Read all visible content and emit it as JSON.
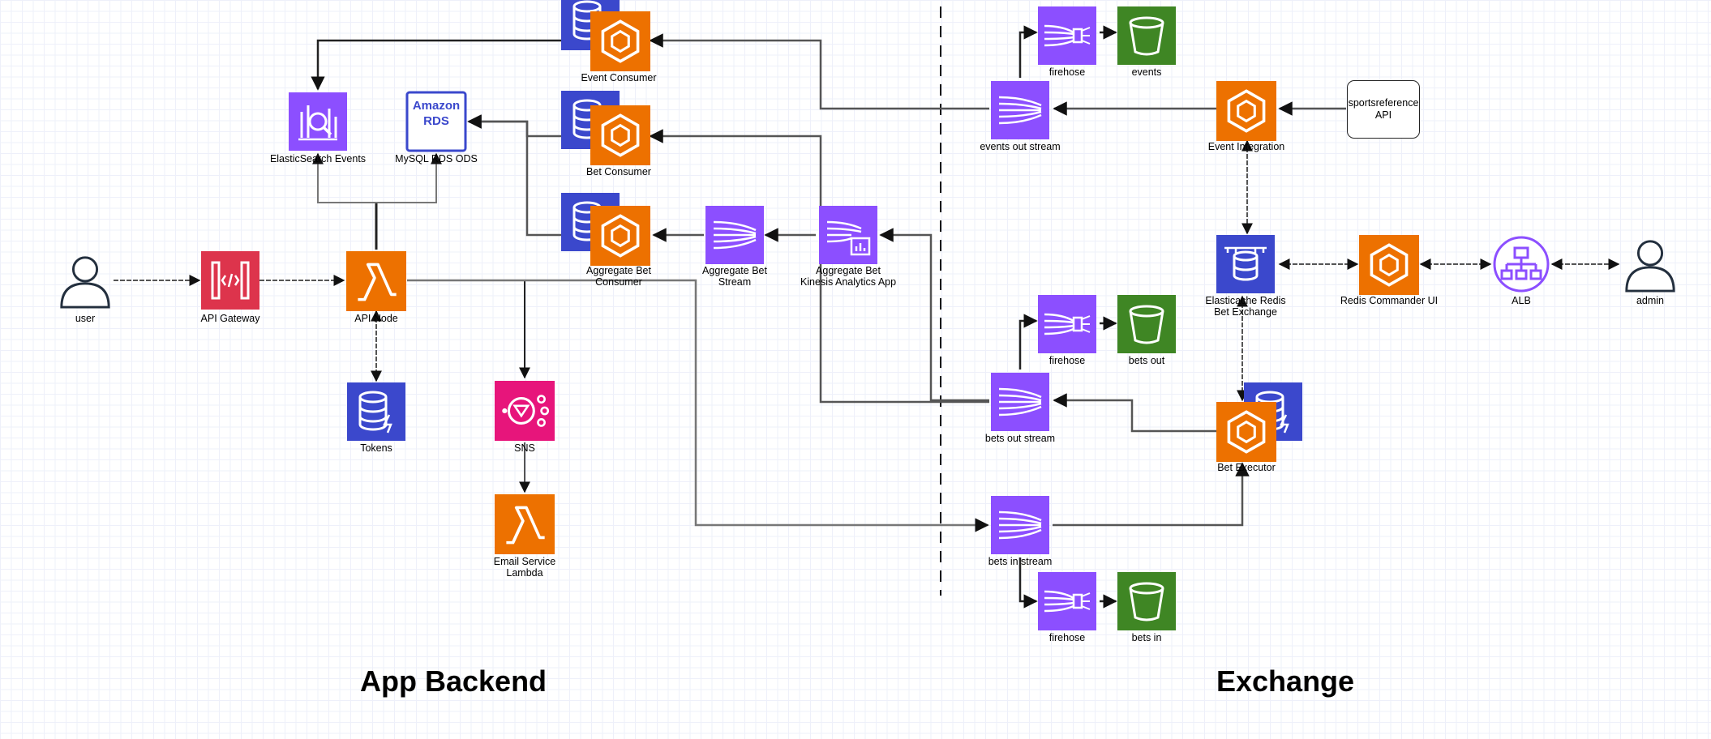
{
  "colors": {
    "compute": "#ED7100",
    "analytics": "#8C4FFF",
    "database": "#3B48CC",
    "storage": "#3F8624",
    "integration": "#E7157B",
    "network": "#E7157B",
    "security": "#DD344C",
    "alb": "#8C4FFF"
  },
  "titles": {
    "backend": "App Backend",
    "exchange": "Exchange"
  },
  "labels": {
    "user": "user",
    "api_gateway": "API Gateway",
    "api_node": "API Node",
    "tokens": "Tokens",
    "sns": "SNS",
    "email1": "Email Service",
    "email2": "Lambda",
    "es_events": "ElasticSearch Events",
    "mysql": "MySQL RDS ODS",
    "rds_text1": "Amazon",
    "rds_text2": "RDS",
    "event_consumer": "Event Consumer",
    "bet_consumer": "Bet Consumer",
    "agg_consumer1": "Aggregate Bet",
    "agg_consumer2": "Consumer",
    "agg_stream1": "Aggregate Bet",
    "agg_stream2": "Stream",
    "kinesis_app1": "Aggregate Bet",
    "kinesis_app2": "Kinesis Analytics App",
    "firehose_events": "firehose",
    "s3_events": "events",
    "events_out": "events out stream",
    "event_integration": "Event Integration",
    "api1": "sportsreference",
    "api2": "API",
    "redis1": "Elasticache Redis",
    "redis2": "Bet Exchange",
    "redis_commander": "Redis Commander UI",
    "alb": "ALB",
    "admin": "admin",
    "firehose_bets_out": "firehose",
    "s3_bets_out": "bets out",
    "bets_out": "bets out stream",
    "bet_executor": "Bet Executor",
    "bets_in": "bets in stream",
    "firehose_bets_in": "firehose",
    "s3_bets_in": "bets in"
  },
  "icons": {
    "lambda": "lambda-icon",
    "api_gateway": "api-gateway-icon",
    "dynamodb": "dynamodb-icon",
    "sns": "sns-icon",
    "elasticsearch": "elasticsearch-icon",
    "rds": "rds-icon",
    "ecs": "ecs-icon",
    "kinesis_stream": "kinesis-stream-icon",
    "kinesis_analytics": "kinesis-analytics-icon",
    "firehose": "firehose-icon",
    "s3": "s3-bucket-icon",
    "elasticache": "elasticache-icon",
    "alb": "load-balancer-icon",
    "user": "user-icon"
  }
}
